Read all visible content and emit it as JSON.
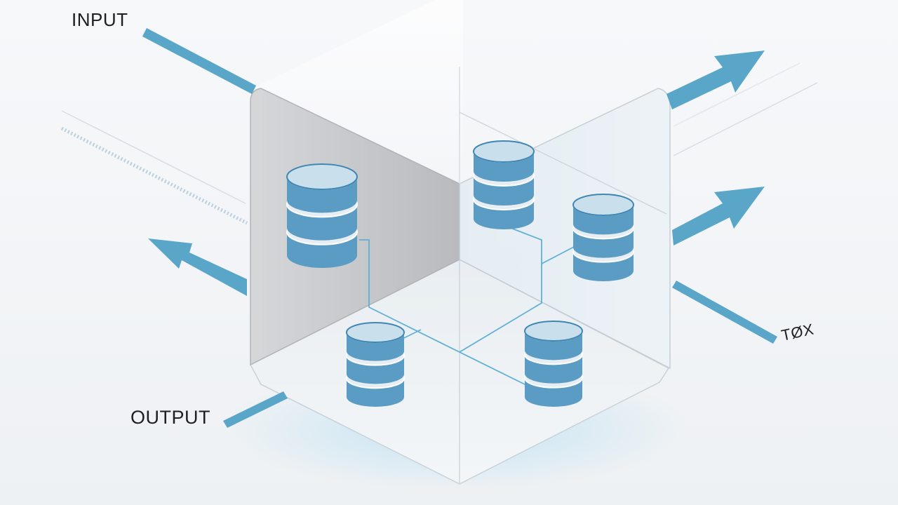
{
  "labels": {
    "input": "INPUT",
    "output": "OUTPUT",
    "corner_text": "TØX"
  },
  "colors": {
    "background": "#f4f6f8",
    "accent": "#5aa6c8",
    "db_fill": "#5b9cc4",
    "db_top": "#c9dfec",
    "left_wall": "#c4c6c9",
    "connector": "#5fb0d6"
  },
  "icons": [
    "database-icon",
    "arrow-icon"
  ]
}
